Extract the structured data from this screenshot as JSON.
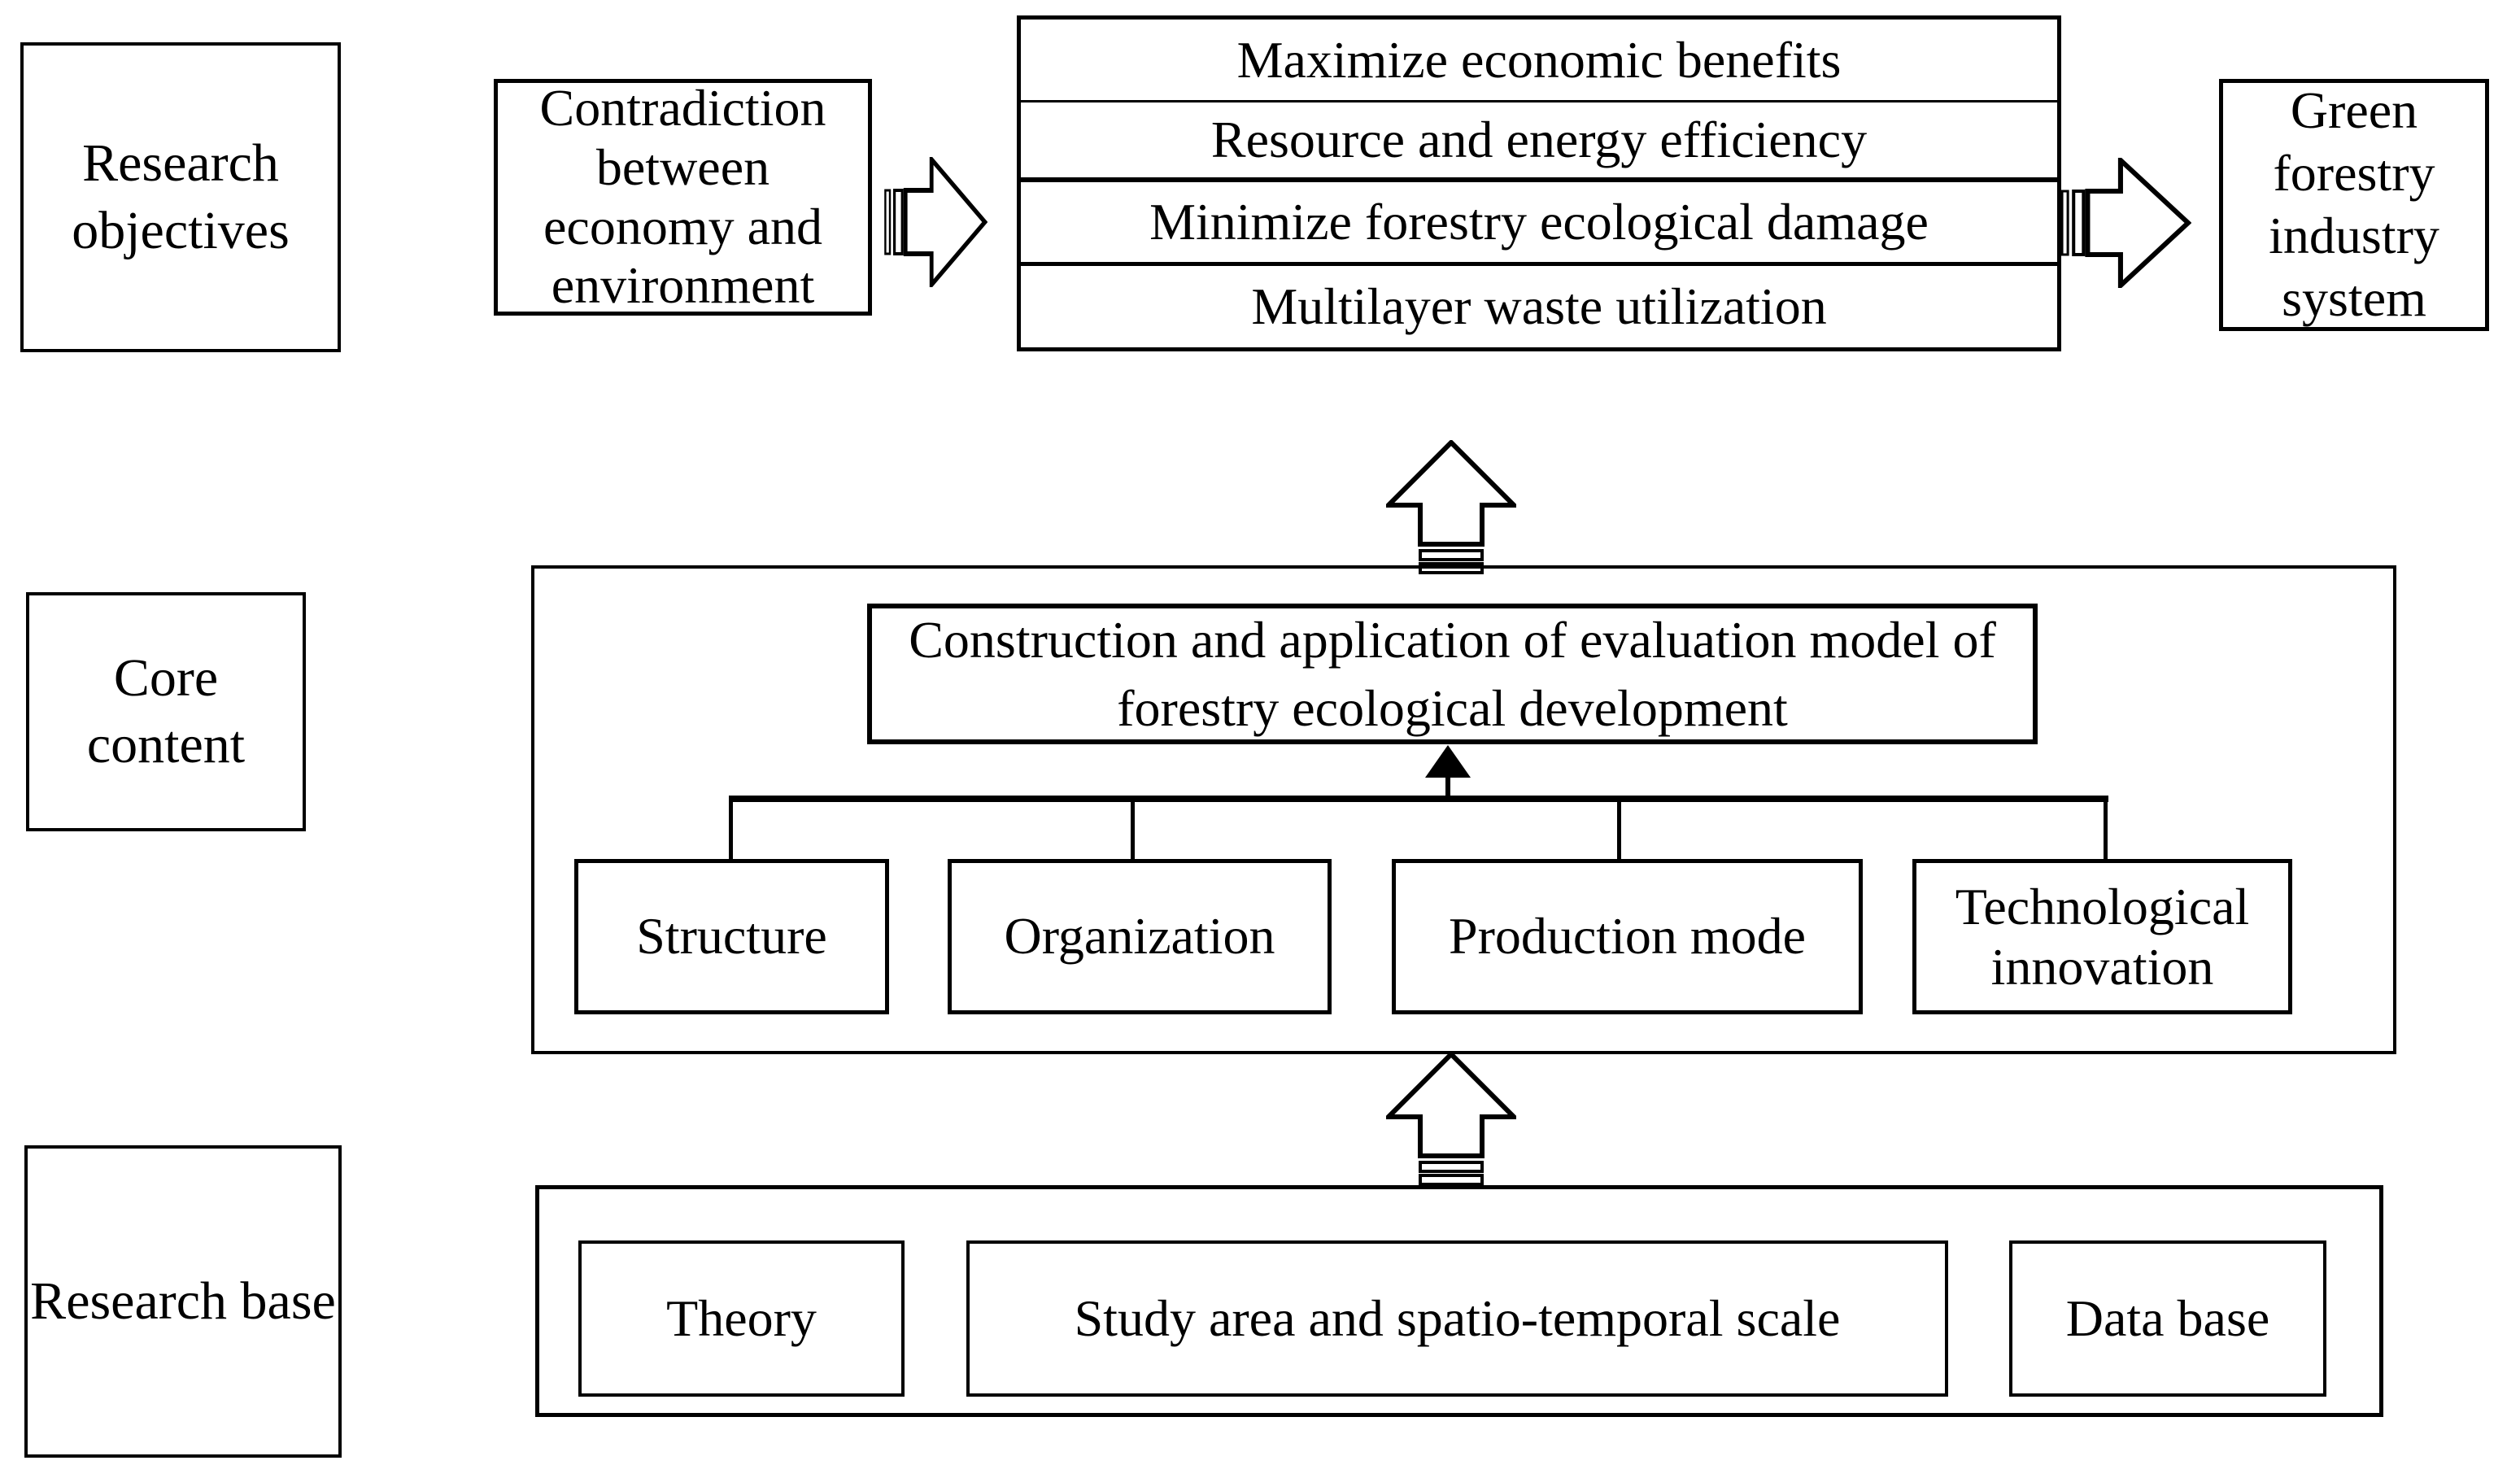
{
  "palette": {
    "ink": "#000000",
    "paper": "#ffffff"
  },
  "icons": {
    "arrow_cause_to_goals": "striped-right-arrow-icon",
    "arrow_goals_to_outcome": "striped-right-arrow-icon",
    "arrow_core_to_goals": "striped-up-arrow-icon",
    "arrow_base_to_core": "striped-up-arrow-icon",
    "model_pointer": "up-arrowhead-icon"
  },
  "top": {
    "side_label": "Research objectives",
    "cause_box": "Contradiction between economy and environment",
    "goal_rows": [
      "Maximize economic benefits",
      "Resource and energy efficiency",
      "Minimize forestry ecological damage",
      "Multilayer waste utilization"
    ],
    "outcome_box": "Green forestry industry system"
  },
  "middle": {
    "side_label": "Core content",
    "model_box": "Construction and application of evaluation model of forestry ecological development",
    "component_boxes": [
      "Structure",
      "Organization",
      "Production mode",
      "Technological innovation"
    ]
  },
  "bottom": {
    "side_label": "Research base",
    "item_boxes": [
      "Theory",
      "Study area and spatio-temporal scale",
      "Data base"
    ]
  }
}
